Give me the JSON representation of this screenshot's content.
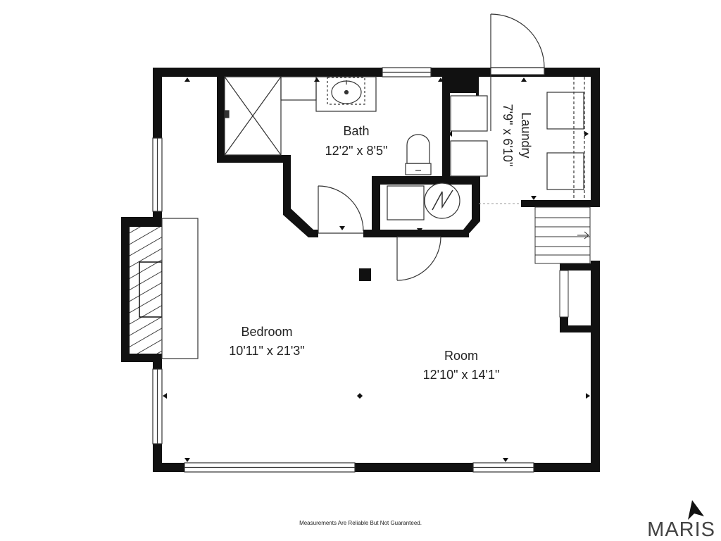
{
  "rooms": {
    "bath": {
      "name": "Bath",
      "dims": "12'2\" x 8'5\""
    },
    "laundry": {
      "name": "Laundry",
      "dims": "7'9\" x 6'10\""
    },
    "bedroom": {
      "name": "Bedroom",
      "dims": "10'11\" x 21'3\""
    },
    "room": {
      "name": "Room",
      "dims": "12'10\" x 14'1\""
    }
  },
  "footer": {
    "disclaimer": "Measurements Are Reliable But Not Guaranteed."
  },
  "brand": {
    "name": "MARIS"
  },
  "colors": {
    "wall": "#111111",
    "fixture": "#666666",
    "ink": "#222222"
  }
}
